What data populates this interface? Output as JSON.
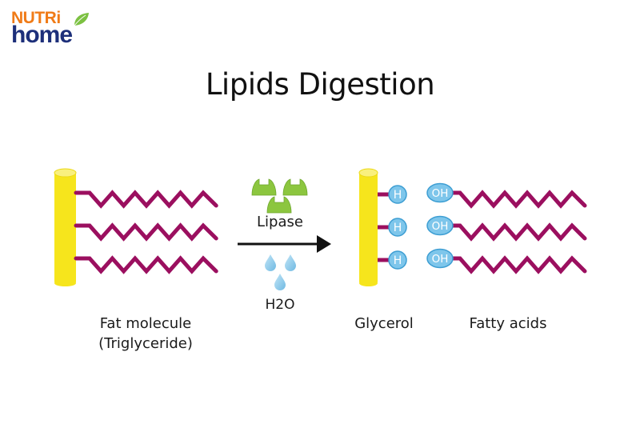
{
  "brand": {
    "logo_top": "NUTRi",
    "logo_bottom": "home",
    "colors": {
      "orange": "#f07b17",
      "navy": "#1d2f7a",
      "leaf": "#7cc142"
    }
  },
  "title": "Lipids Digestion",
  "reactant": {
    "label_line1": "Fat molecule",
    "label_line2": "(Triglyceride)",
    "chain_count": 3
  },
  "reaction": {
    "enzyme_label": "Lipase",
    "enzyme_count": 3,
    "water_label": "H2O",
    "water_drop_count": 3,
    "arrow": "right-arrow"
  },
  "products": {
    "glycerol": {
      "label": "Glycerol",
      "groups": [
        "H",
        "H",
        "H"
      ]
    },
    "fatty_acids": {
      "label": "Fatty acids",
      "groups": [
        "OH",
        "OH",
        "OH"
      ]
    }
  },
  "colors": {
    "glycerol_body": "#f6e51c",
    "glycerol_cap": "#f9f07e",
    "chain": "#9b0f5f",
    "enzyme": "#8cc63f",
    "water": "#8fcdee",
    "group_fill": "#7ec6eb",
    "group_stroke": "#3d9ed3",
    "arrow": "#111111"
  }
}
